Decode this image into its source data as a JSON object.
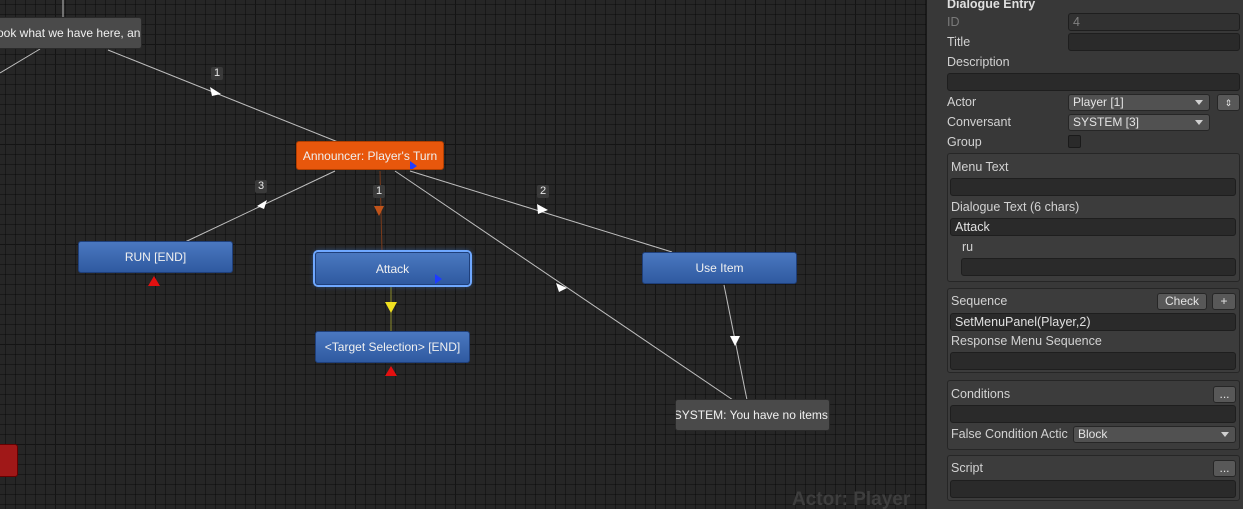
{
  "canvas": {
    "watermark": "Actor: Player",
    "nodes": {
      "top": "ook what we have here, an",
      "announcer": "Announcer: Player's Turn",
      "run": "RUN [END]",
      "attack": "Attack",
      "use_item": "Use Item",
      "target_selection": "<Target Selection> [END]",
      "system_no_items": "SYSTEM: You have no items."
    },
    "link_badges": {
      "b1_top": "1",
      "b3": "3",
      "b1_mid": "1",
      "b2": "2"
    },
    "colors": {
      "announcer": "#e8570c",
      "response": "#2f5aa0",
      "gray": "#4a4a4a",
      "end_marker": "#e31010"
    }
  },
  "inspector": {
    "header": "Dialogue Entry",
    "id_label": "ID",
    "id_value": "4",
    "title_label": "Title",
    "title_value": "",
    "description_label": "Description",
    "description_value": "",
    "actor_label": "Actor",
    "actor_value": "Player [1]",
    "conversant_label": "Conversant",
    "conversant_value": "SYSTEM [3]",
    "group_label": "Group",
    "menu_text_label": "Menu Text",
    "menu_text_value": "",
    "dialogue_text_label": "Dialogue Text (6 chars)",
    "dialogue_text_value": "Attack",
    "locale_label": "ru",
    "locale_value": "",
    "sequence_label": "Sequence",
    "check_button": "Check",
    "plus_button": "+",
    "sequence_value": "SetMenuPanel(Player,2)",
    "response_menu_sequence_label": "Response Menu Sequence",
    "response_menu_sequence_value": "",
    "conditions_label": "Conditions",
    "ellipsis": "...",
    "conditions_value": "",
    "false_condition_label": "False Condition Actic",
    "false_condition_value": "Block",
    "script_label": "Script",
    "script_value": ""
  }
}
